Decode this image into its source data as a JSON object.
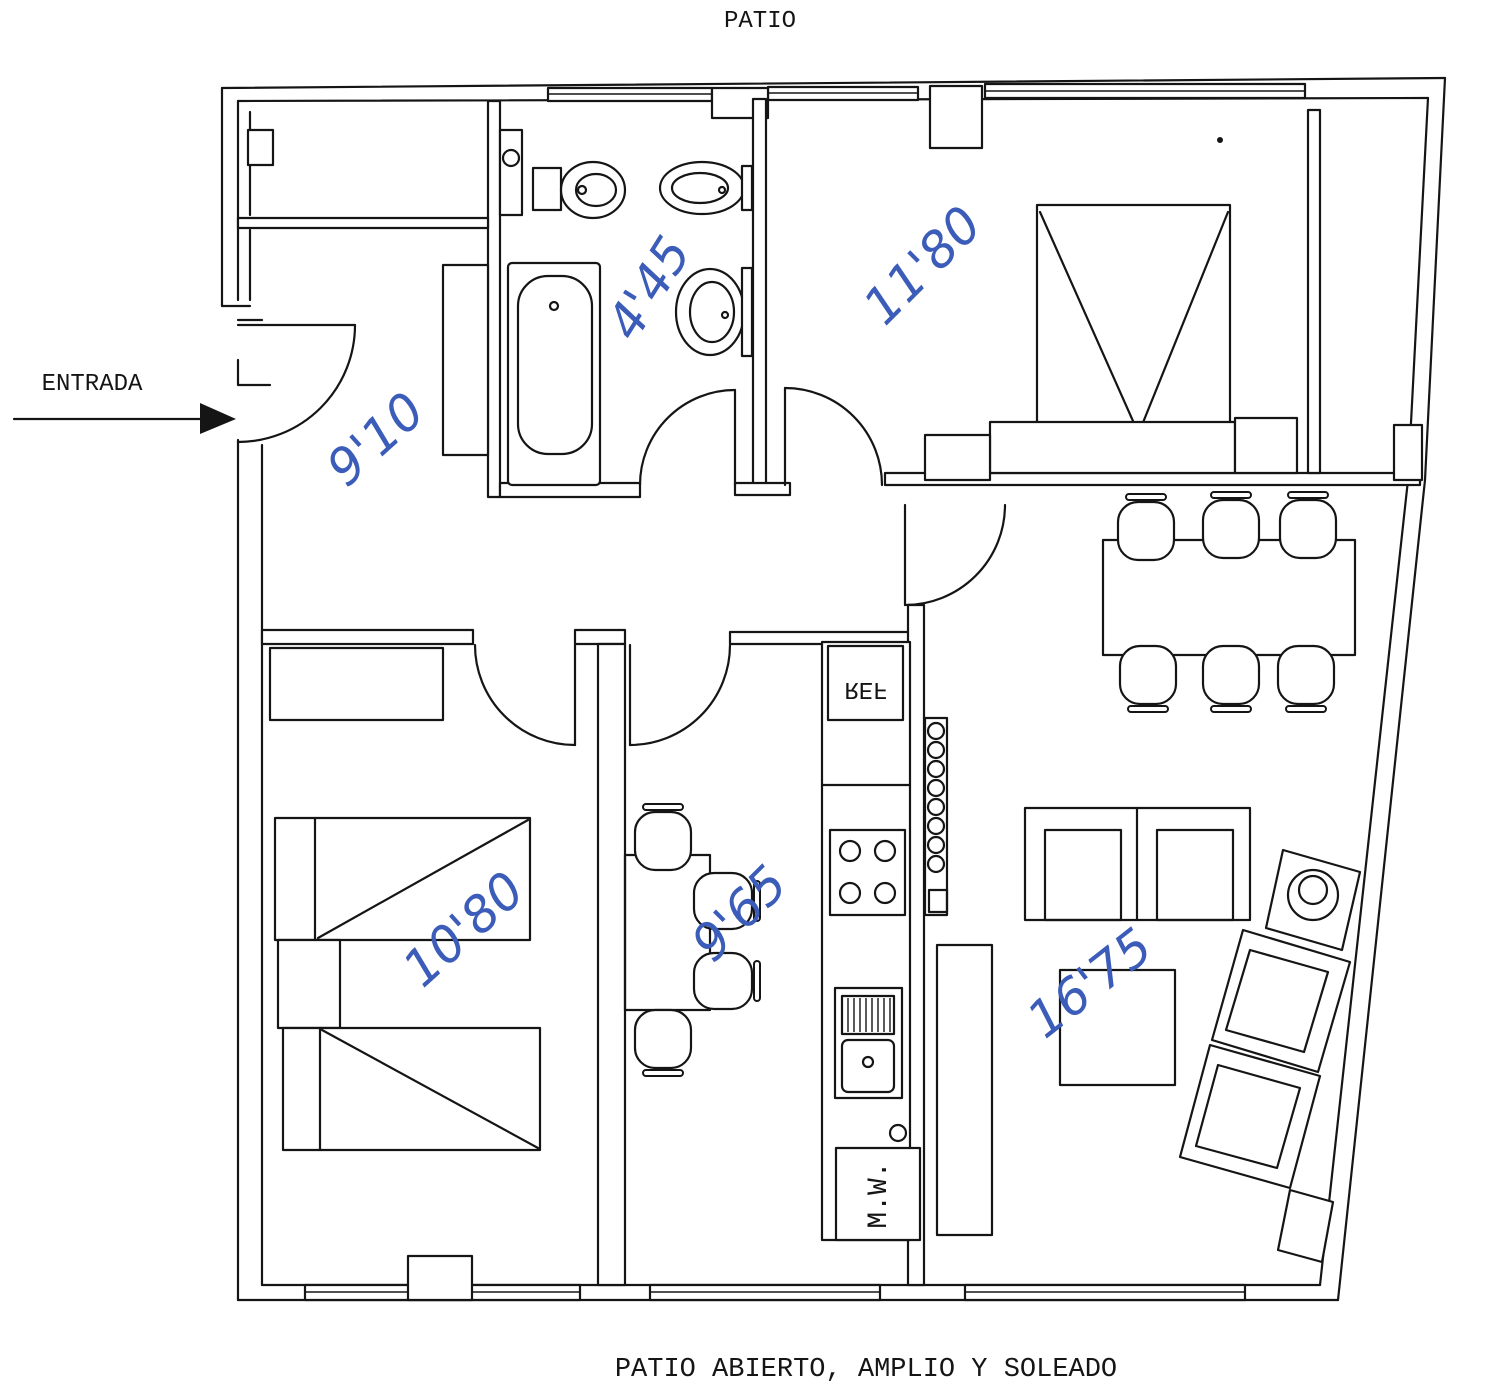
{
  "labels": {
    "top": "PATIO",
    "entrance": "ENTRADA",
    "bottom": "PATIO ABIERTO, AMPLIO Y SOLEADO"
  },
  "areas": {
    "hall": "9'10",
    "bathroom": "4'45",
    "bedroom_top": "11'80",
    "bedroom_left": "10'80",
    "kitchen": "9'65",
    "living": "16'75"
  },
  "appliances": {
    "fridge": "REF",
    "microwave": "M.W."
  },
  "colors": {
    "line": "#151515",
    "handwriting": "#3b5cb8",
    "paper": "#ffffff"
  }
}
